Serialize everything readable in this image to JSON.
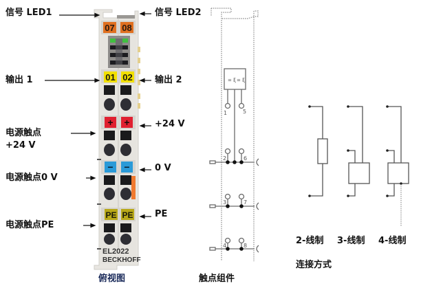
{
  "labels_left": {
    "signal_led1": "信号 LED1",
    "output1": "输出 1",
    "power_contact_24v_line1": "电源触点",
    "power_contact_24v_line2": "+24 V",
    "power_contact_0v": "电源触点0 V",
    "power_contact_pe": "电源触点PE"
  },
  "labels_right": {
    "signal_led2": "信号 LED2",
    "output2": "输出 2",
    "plus24v": "+24 V",
    "zero_v": "0 V",
    "pe": "PE"
  },
  "module": {
    "led_labels": [
      "07",
      "08"
    ],
    "output_labels": [
      "01",
      "02"
    ],
    "plus_symbol": "+",
    "minus_symbol": "−",
    "pe_labels": [
      "PE",
      "PE"
    ],
    "model": "EL2022",
    "brand": "BECKHOFF",
    "colors": {
      "led_orange": "#e07020",
      "output_yellow": "#f2e000",
      "plus_red": "#e02030",
      "minus_blue": "#2a9ad8",
      "pe_olive": "#b8a818",
      "led_green": "#40c040",
      "housing": "#e6e4df"
    }
  },
  "contact_assembly": {
    "terminal_numbers": [
      "1",
      "5",
      "2",
      "6",
      "3",
      "7",
      "4",
      "8"
    ]
  },
  "connection_types": [
    "2-线制",
    "3-线制",
    "4-线制"
  ],
  "captions": {
    "top_view": "俯视图",
    "contact_assembly": "触点组件",
    "connection_method": "连接方式"
  }
}
